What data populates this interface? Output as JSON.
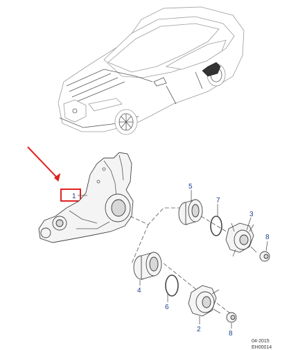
{
  "callouts": {
    "c1": "1",
    "c2": "2",
    "c3": "3",
    "c4": "4",
    "c5": "5",
    "c6": "6",
    "c7": "7",
    "c8a": "8",
    "c8b": "8"
  },
  "footer": {
    "date": "04-2015",
    "code": "EH00014"
  },
  "colors": {
    "callout_text": "#1a3c8f",
    "highlight_box": "#e02020",
    "pointer_arrow": "#e02020"
  }
}
